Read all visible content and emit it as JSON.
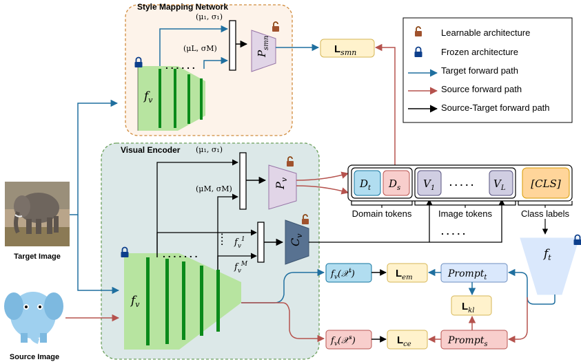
{
  "panels": {
    "style_mapping": "Style Mapping Network",
    "visual_encoder": "Visual Encoder"
  },
  "images": {
    "target": "Target Image",
    "source": "Source Image"
  },
  "legend": {
    "learnable": "Learnable architecture",
    "frozen": "Frozen architecture",
    "target_path": "Target forward path",
    "source_path": "Source forward path",
    "st_path": "Source-Target forward path"
  },
  "math": {
    "fv": "f",
    "fv_sub": "v",
    "mu1": "(μ₁, σ₁)",
    "muL": "(μL, σM)",
    "muM": "(μM, σM)",
    "psmn": "P",
    "psmn_sub": "smn",
    "pv": "P",
    "pv_sub": "v",
    "cv": "C",
    "cv_sub": "v",
    "fv1": "f",
    "fv1_sup": "1",
    "fvM": "f",
    "fvM_sup": "M",
    "lsmn": "L",
    "lsmn_sub": "smn",
    "lem": "L",
    "lem_sub": "em",
    "lkl": "L",
    "lkl_sub": "kl",
    "lce": "L",
    "lce_sub": "ce",
    "dt": "D",
    "dt_sub": "t",
    "ds": "D",
    "ds_sub": "s",
    "v1": "V",
    "v1_sub": "1",
    "vL": "V",
    "vL_sub": "L",
    "cls": "[CLS]",
    "ft": "f",
    "ft_sub": "t",
    "fxt": "f(𝒳ᵗ)",
    "fxs": "f(𝒳ˢ)",
    "prompt_t": "Prompt",
    "prompt_t_sub": "t",
    "prompt_s": "Prompt",
    "prompt_s_sub": "s"
  },
  "groups": {
    "domain_tokens": "Domain tokens",
    "image_tokens": "Image tokens",
    "class_labels": "Class labels"
  },
  "colors": {
    "target_path": "#1f6f9f",
    "source_path": "#b5524d",
    "green": "#b7e4a0",
    "dark_green": "#0a8a1a",
    "purple": "#e1d5e7",
    "slate": "#6c8ebf",
    "yellow": "#fff2cc",
    "blue_box": "#b1ddf0",
    "red_box": "#f8cecc",
    "orange": "#ffd59a"
  }
}
